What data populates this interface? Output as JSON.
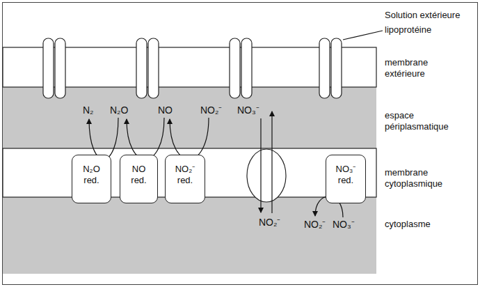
{
  "diagram": {
    "nodes": [
      {
        "text": [
          "N₂O red."
        ]
      },
      {
        "text": [
          "NO red."
        ]
      },
      {
        "text": [
          "NO₂⁻ red."
        ]
      },
      {
        "text": [
          "NO₃⁻ red."
        ]
      }
    ],
    "labels": [
      "Solution extérieure",
      "lipoprotéine",
      "membrane extérieure",
      "N₂",
      "N₂O",
      "NO",
      "NO₂⁻",
      "NO₃⁻",
      "espace périplasmatique",
      "membrane cytoplasmique",
      "NO₂⁻",
      "NO₂⁻",
      "NO₃⁻",
      "cytoplasme"
    ]
  }
}
